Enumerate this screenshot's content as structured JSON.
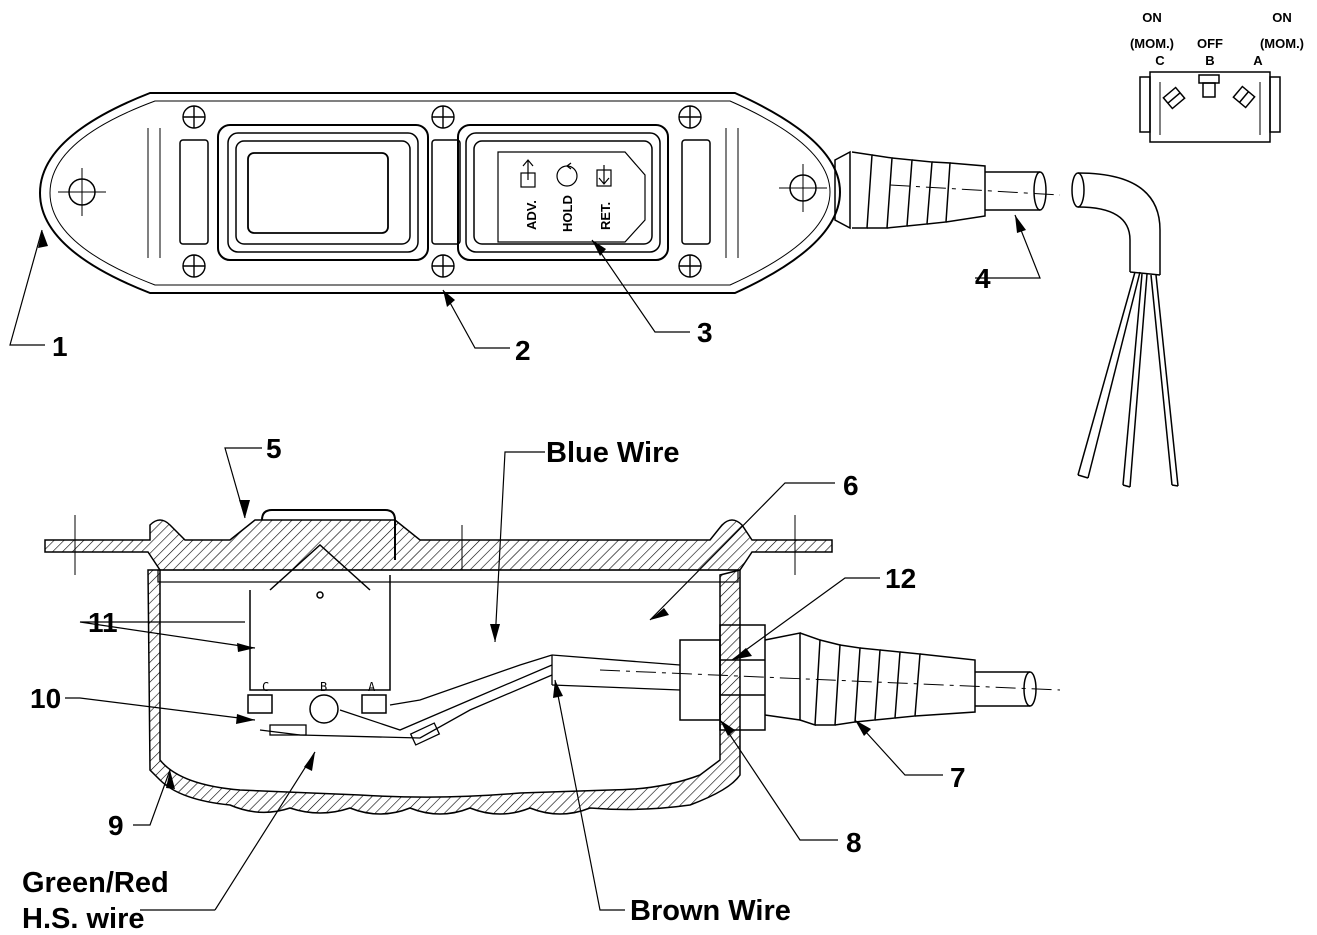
{
  "switch_legend": {
    "positions": [
      {
        "state": "ON",
        "state2": "(MOM.)",
        "terminal": "C"
      },
      {
        "state": "OFF",
        "state2": "",
        "terminal": "B"
      },
      {
        "state": "ON",
        "state2": "(MOM.)",
        "terminal": "A"
      }
    ]
  },
  "faceplate_legend": {
    "advance": "ADV.",
    "hold": "HOLD",
    "retract": "RET."
  },
  "callouts": [
    "1",
    "2",
    "3",
    "4",
    "5",
    "6",
    "7",
    "8",
    "9",
    "10",
    "11",
    "12"
  ],
  "terminals": [
    "C",
    "B",
    "A"
  ],
  "wire_labels": {
    "blue": "Blue Wire",
    "brown": "Brown Wire",
    "green_red_line1": "Green/Red",
    "green_red_line2": "H.S. wire"
  }
}
